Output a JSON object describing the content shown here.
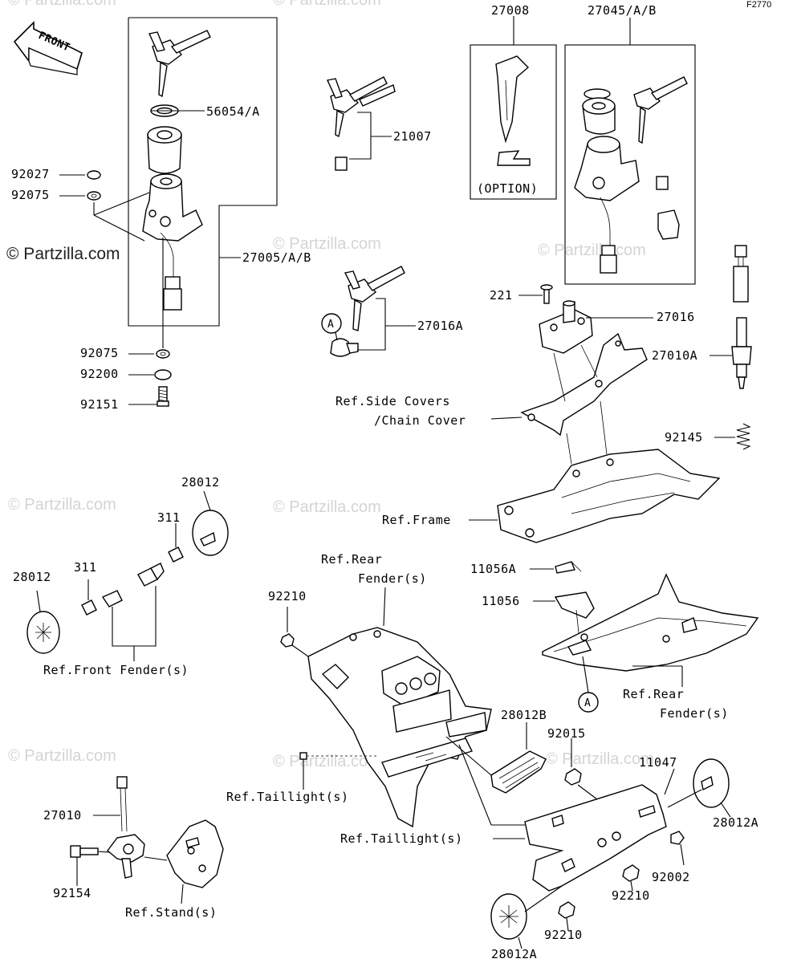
{
  "diagram": {
    "code": "F2770",
    "front_label": "FRONT",
    "option_label": "(OPTION)",
    "callout_marker": "A",
    "watermark": "© Partzilla.com"
  },
  "labels": {
    "l56054": "56054/A",
    "l92027": "92027",
    "l92075a": "92075",
    "l27005": "27005/A/B",
    "l92075b": "92075",
    "l92200": "92200",
    "l92151": "92151",
    "l27008": "27008",
    "l27045": "27045/A/B",
    "l21007": "21007",
    "l27016A": "27016A",
    "l221": "221",
    "l27016": "27016",
    "l27010A": "27010A",
    "lSideCovers1": "Ref.Side Covers",
    "lSideCovers2": "/Chain Cover",
    "l92145": "92145",
    "l28012top": "28012",
    "l311a": "311",
    "l28012left": "28012",
    "l311b": "311",
    "lFrontFender": "Ref.Front Fender(s)",
    "lFrame": "Ref.Frame",
    "lRearFender1": "Ref.Rear",
    "lRearFender2": "Fender(s)",
    "l92210a": "92210",
    "l11056A": "11056A",
    "l11056": "11056",
    "lRearFenderR1": "Ref.Rear",
    "lRearFenderR2": "Fender(s)",
    "l28012B": "28012B",
    "l92015": "92015",
    "l11047": "11047",
    "lTaillight1": "Ref.Taillight(s)",
    "lTaillight2": "Ref.Taillight(s)",
    "l28012Aright": "28012A",
    "l92002": "92002",
    "l92210b": "92210",
    "l92210c": "92210",
    "l28012Abottom": "28012A",
    "l27010": "27010",
    "l92154": "92154",
    "lStand": "Ref.Stand(s)"
  }
}
